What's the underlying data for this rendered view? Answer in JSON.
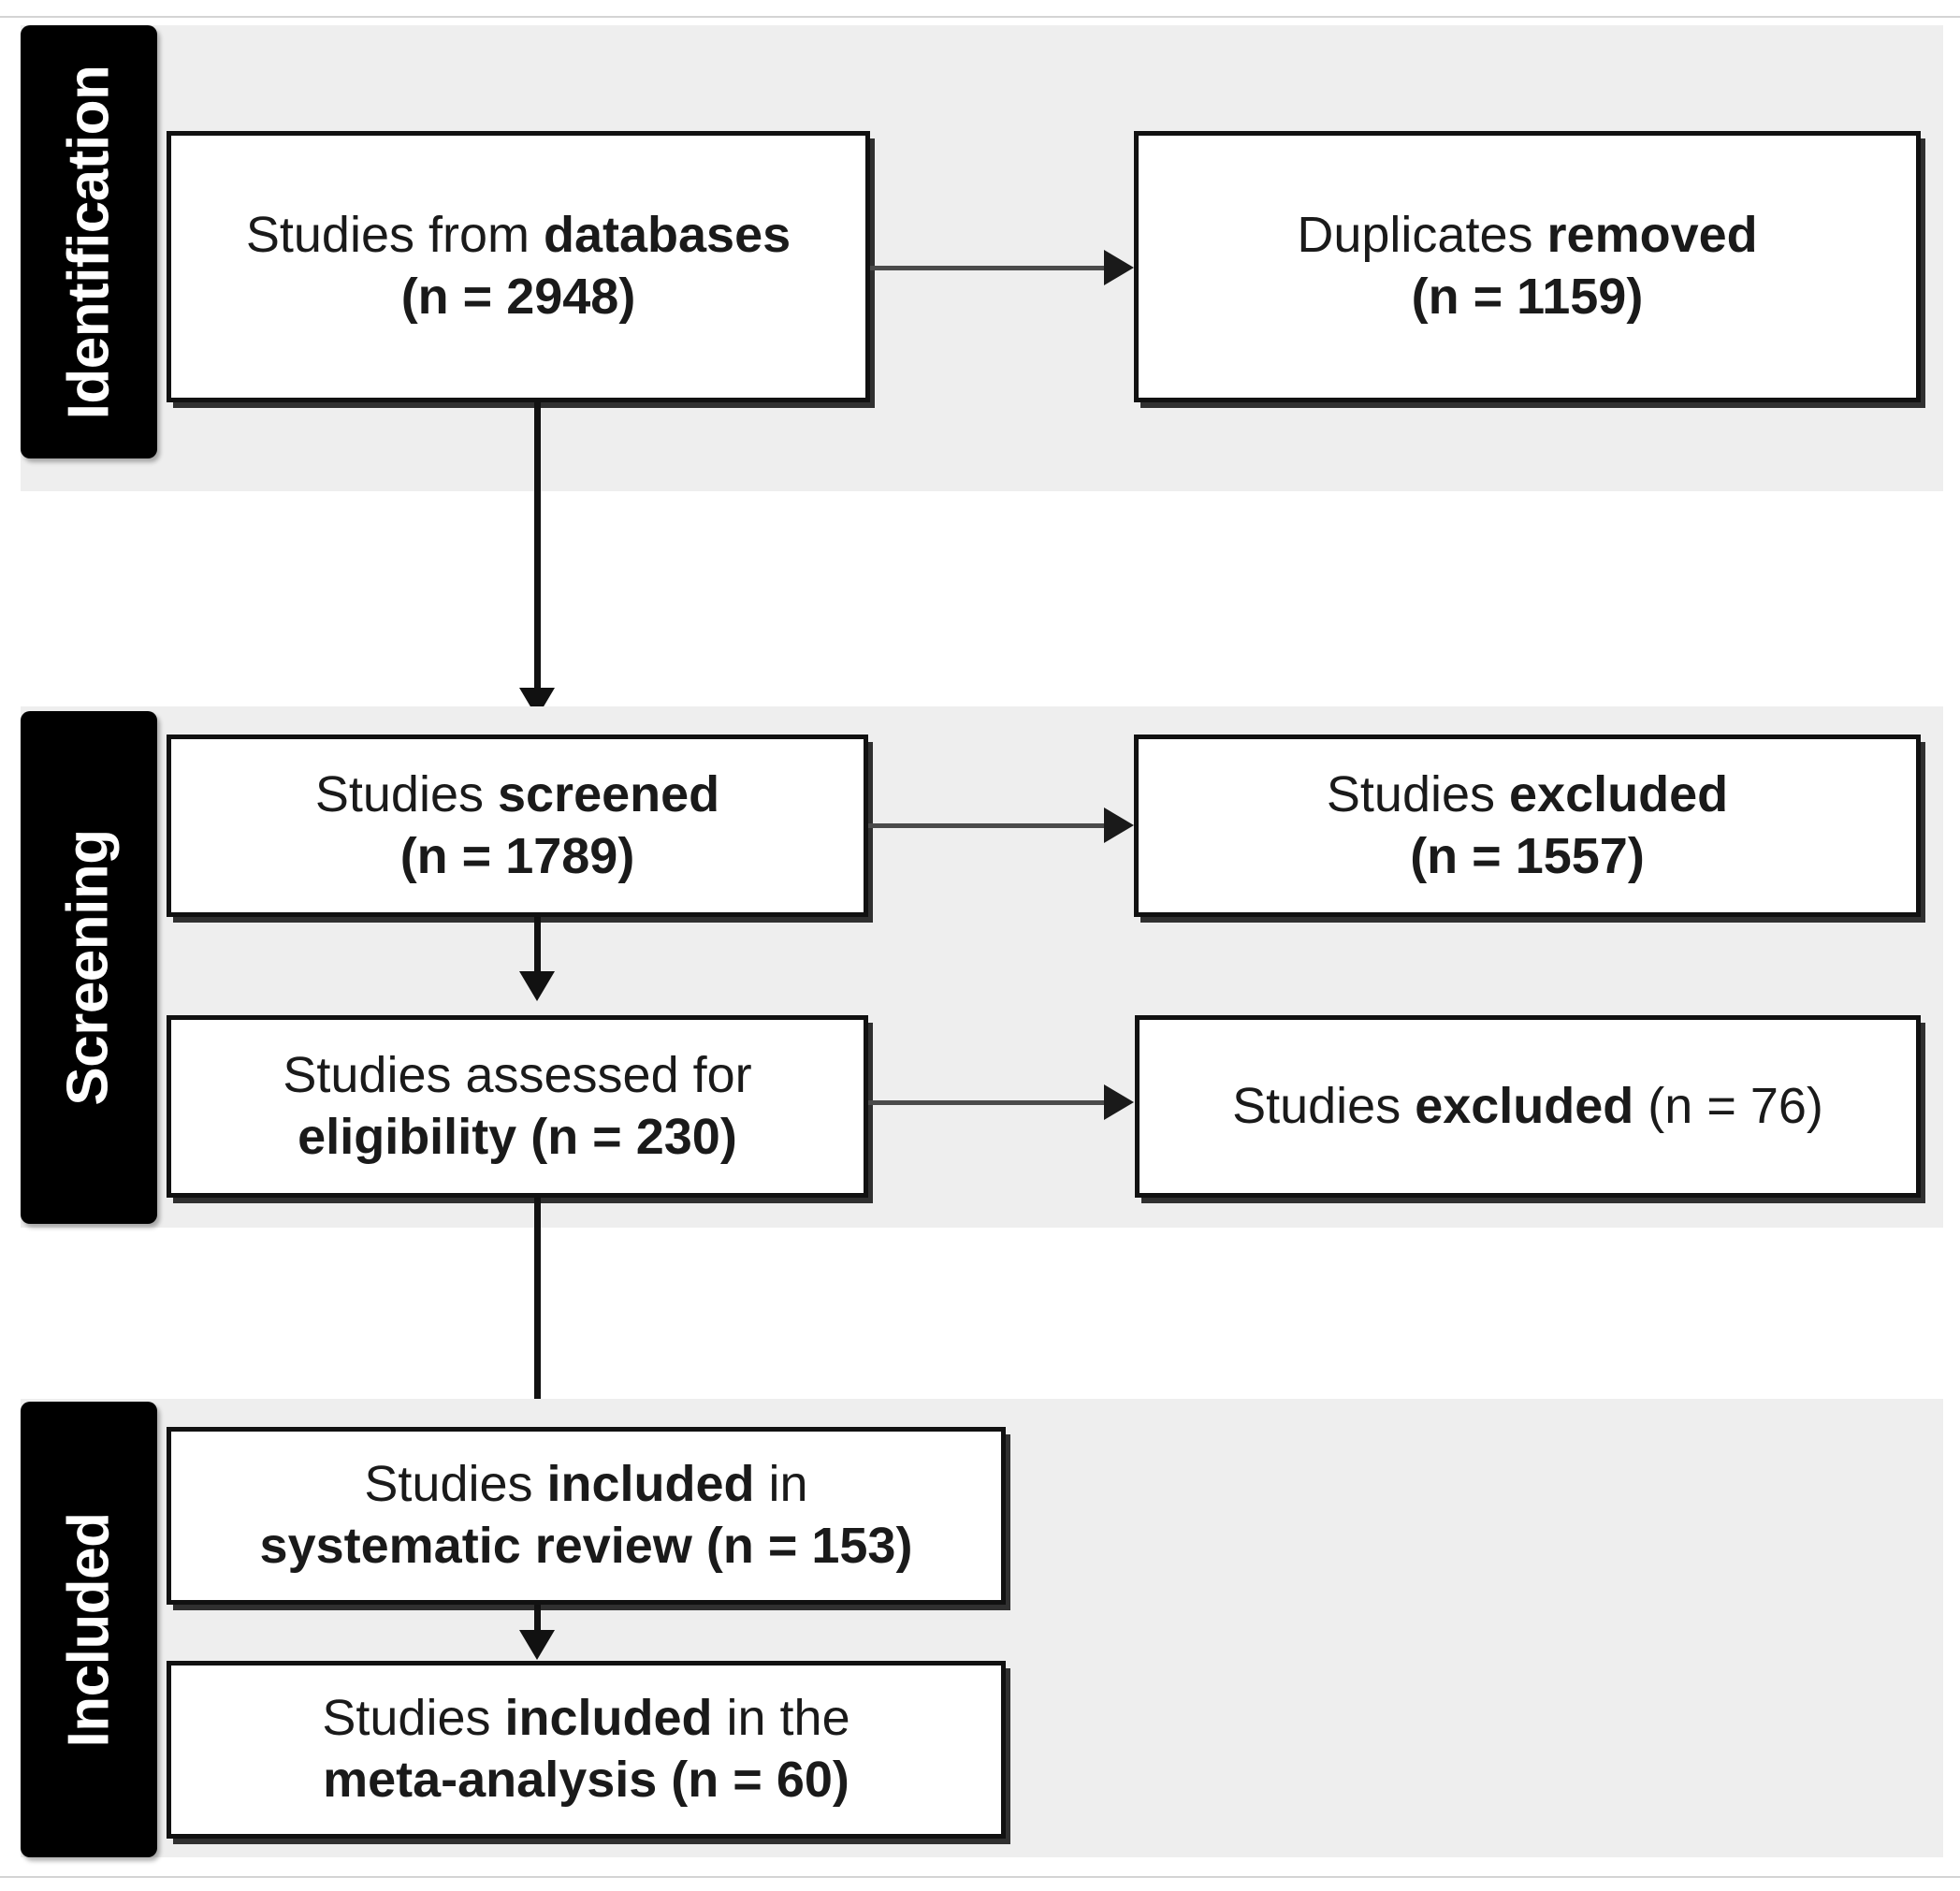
{
  "diagram": {
    "type": "prisma-flow-diagram",
    "stages": [
      {
        "id": "identification",
        "label": "Identification"
      },
      {
        "id": "screening",
        "label": "Screening"
      },
      {
        "id": "included",
        "label": "Included"
      }
    ],
    "boxes": {
      "databases": {
        "lead": "Studies from ",
        "bold": "databases",
        "tail": "",
        "count_line": "(n = 2948)",
        "n": 2948
      },
      "duplicates": {
        "lead": "Duplicates ",
        "bold": "removed",
        "tail": "",
        "count_line": "(n = 1159)",
        "n": 1159
      },
      "screened": {
        "lead": "Studies ",
        "bold": "screened",
        "tail": "",
        "count_line": "(n = 1789)",
        "n": 1789
      },
      "excluded_screening": {
        "lead": "Studies ",
        "bold": "excluded",
        "tail": "",
        "count_line": "(n = 1557)",
        "n": 1557
      },
      "eligibility": {
        "line1": "Studies assessed for",
        "bold": "eligibility (n = 230)",
        "n": 230
      },
      "excluded_eligibility": {
        "lead": "Studies ",
        "bold": "excluded",
        "tail": " (n = 76)",
        "n": 76
      },
      "systematic_review": {
        "lead": "Studies ",
        "bold": "included",
        "tail": " in",
        "bold2": "systematic review (n = 153)",
        "n": 153
      },
      "meta_analysis": {
        "lead": "Studies ",
        "bold": "included",
        "tail": " in the",
        "bold2": "meta-analysis (n = 60)",
        "n": 60
      }
    },
    "colors": {
      "stage_bar_bg": "#000000",
      "stage_bar_text": "#ffffff",
      "panel_bg": "#eeeeee",
      "box_bg": "#ffffff",
      "box_border": "#111111",
      "connector": "#111111",
      "page_bg": "#ffffff"
    }
  }
}
